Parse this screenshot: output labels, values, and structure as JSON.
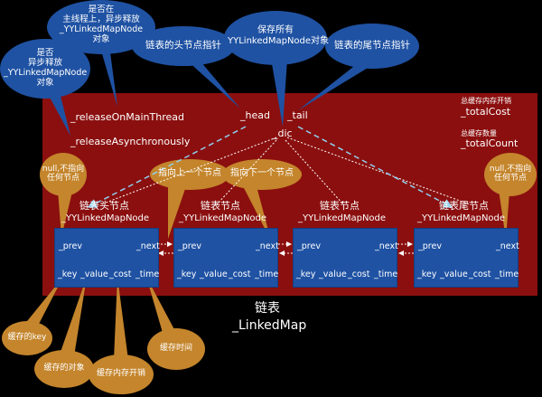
{
  "callouts": {
    "main_thread": [
      "是否在",
      "主线程上，异步释放",
      "_YYLinkedMapNode",
      "对象"
    ],
    "async": [
      "是否",
      "异步释放",
      "_YYLinkedMapNode",
      "对象"
    ],
    "head_ptr": "链表的头节点指针",
    "dic": [
      "保存所有",
      "YYLinkedMapNode对象"
    ],
    "tail_ptr": "链表的尾节点指针",
    "prev_null": [
      "null,不指向",
      "任何节点"
    ],
    "prev_ptr": "指向上一个节点",
    "next_ptr": "指向下一个节点",
    "next_null": [
      "null,不指向",
      "任何节点"
    ],
    "key": "缓存的key",
    "value": "缓存的对象",
    "cost": "缓存内存开销",
    "time": "缓存时间"
  },
  "panel": {
    "release_on_main": "_releaseOnMainThread",
    "release_async": "_releaseAsynchronously",
    "head": "_head",
    "tail": "_tail",
    "dic": "_dic",
    "total_cost_desc": "总缓存内存开销",
    "total_cost": "_totalCost",
    "total_count_desc": "总缓存数量",
    "total_count": "_totalCount"
  },
  "nodes": [
    {
      "title": "链表头节点",
      "class_name": "_YYLinkedMapNode",
      "prev": "_prev",
      "next": "_next",
      "key": "_key",
      "value": "_value",
      "cost": "_cost",
      "time": "_time"
    },
    {
      "title": "链表节点",
      "class_name": "_YYLinkedMapNode",
      "prev": "_prev",
      "next": "_next",
      "key": "_key",
      "value": "_value",
      "cost": "_cost",
      "time": "_time"
    },
    {
      "title": "链表节点",
      "class_name": "_YYLinkedMapNode",
      "prev": "_prev",
      "next": "_next",
      "key": "_key",
      "value": "_value",
      "cost": "_cost",
      "time": "_time"
    },
    {
      "title": "链表尾节点",
      "class_name": "_YYLinkedMapNode",
      "prev": "_prev",
      "next": "_next",
      "key": "_key",
      "value": "_value",
      "cost": "_cost",
      "time": "_time"
    }
  ],
  "footer": {
    "title": "链表",
    "class_name": "_LinkedMap"
  },
  "colors": {
    "panel": "#8b0f0f",
    "node": "#1f52a3",
    "blue_bubble": "#1f52a3",
    "orange_bubble": "#c4852c",
    "dashed_link": "#8fd0ee"
  }
}
